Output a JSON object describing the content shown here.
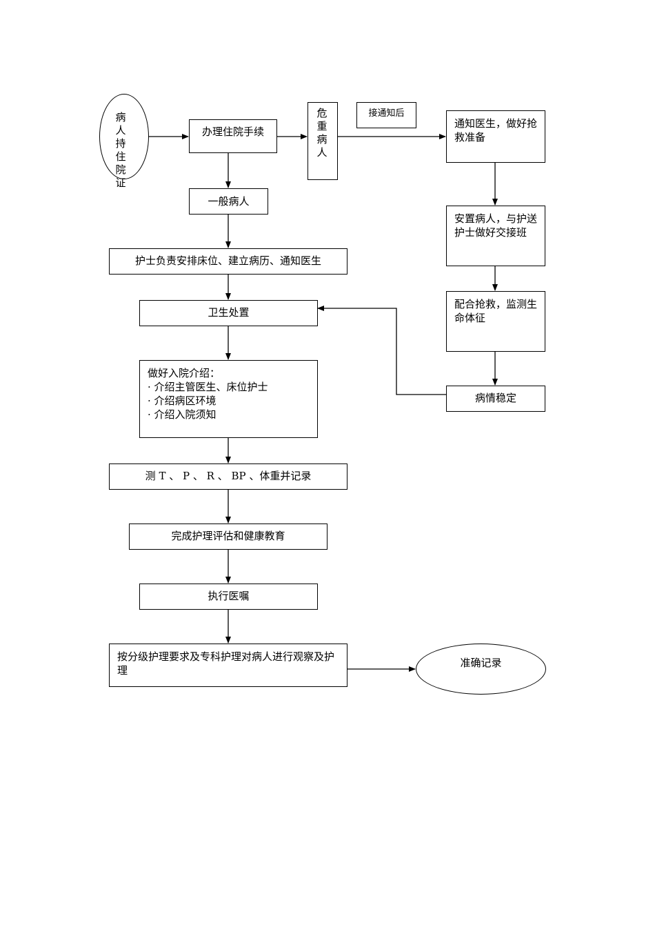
{
  "nodes": {
    "start": "病人持住院证",
    "admission": "办理住院手续",
    "critical": "危重病人",
    "notified": "接通知后",
    "notify_doctor": "通知医生，做好抢救准备",
    "general": "一般病人",
    "nurse_arrange": "护士负责安排床位、建立病历、通知医生",
    "hygiene": "卫生处置",
    "intro": {
      "title": "做好入院介绍：",
      "items": [
        "· 介绍主管医生、床位护士",
        "· 介绍病区环境",
        "· 介绍入院须知"
      ]
    },
    "vitals": "测 T 、 P 、 R 、 BP 、体重并记录",
    "assessment": "完成护理评估和健康教育",
    "orders": "执行医嘱",
    "observe": "按分级护理要求及专科护理对病人进行观察及护理",
    "record": "准确记录",
    "settle": "安置病人，与护送护士做好交接班",
    "rescue": "配合抢救，监测生命体征",
    "stable": "病情稳定"
  }
}
